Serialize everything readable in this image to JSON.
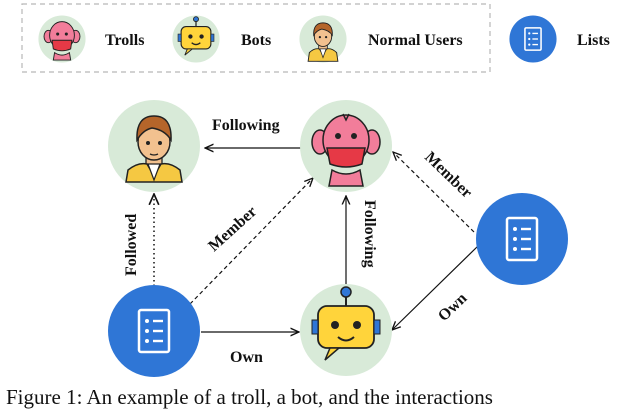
{
  "legend": {
    "trolls_label": "Trolls",
    "bots_label": "Bots",
    "normal_users_label": "Normal Users",
    "lists_label": "Lists"
  },
  "edges": {
    "troll_to_normal": "Following",
    "list_to_normal": "Followed",
    "list_to_troll_left": "Member",
    "bot_to_troll": "Following",
    "list_to_troll_right": "Member",
    "list_to_bot_left": "Own",
    "list_to_bot_right": "Own"
  },
  "caption": "Figure 1: An example of a troll, a bot, and the interactions",
  "colors": {
    "node_circle": "#d8ead8",
    "list_circle": "#2f76d6",
    "troll_skin": "#f27d9a",
    "bot_yellow": "#ffd43b",
    "legend_border": "#b8b8b8"
  }
}
